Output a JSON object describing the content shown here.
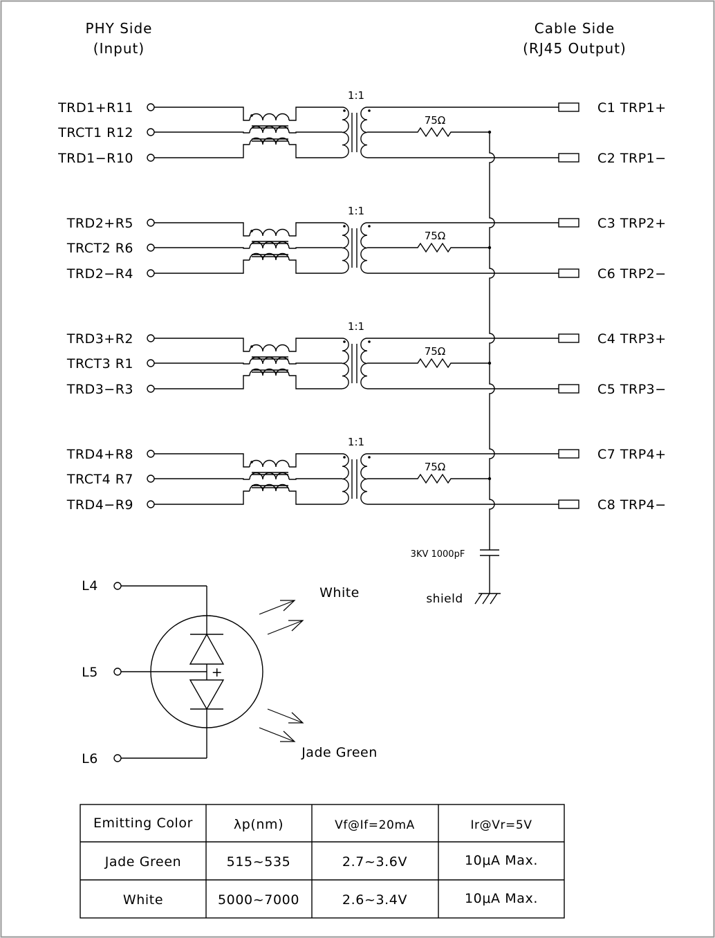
{
  "headers": {
    "phy_title": "PHY Side",
    "phy_sub": "(Input)",
    "cable_title": "Cable Side",
    "cable_sub": "(RJ45 Output)"
  },
  "channels": [
    {
      "ratio": "1:1",
      "resistor": "75Ω",
      "in_plus": "TRD1+R11",
      "in_ct": "TRCT1 R12",
      "in_minus": "TRD1−R10",
      "out_plus": "C1  TRP1+",
      "out_minus": "C2  TRP1−"
    },
    {
      "ratio": "1:1",
      "resistor": "75Ω",
      "in_plus": "TRD2+R5",
      "in_ct": "TRCT2  R6",
      "in_minus": "TRD2−R4",
      "out_plus": "C3  TRP2+",
      "out_minus": "C6  TRP2−"
    },
    {
      "ratio": "1:1",
      "resistor": "75Ω",
      "in_plus": "TRD3+R2",
      "in_ct": "TRCT3  R1",
      "in_minus": "TRD3−R3",
      "out_plus": "C4  TRP3+",
      "out_minus": "C5  TRP3−"
    },
    {
      "ratio": "1:1",
      "resistor": "75Ω",
      "in_plus": "TRD4+R8",
      "in_ct": "TRCT4  R7",
      "in_minus": "TRD4−R9",
      "out_plus": "C7  TRP4+",
      "out_minus": "C8  TRP4−"
    }
  ],
  "capacitor_label": "3KV 1000pF",
  "shield_label": "shield",
  "led": {
    "pin_top": "L4",
    "pin_mid": "L5",
    "pin_bot": "L6",
    "plus": "+",
    "color_top": "White",
    "color_bottom": "Jade Green"
  },
  "table": {
    "headers": [
      "Emitting Color",
      "λp(nm)",
      "Vf@If=20mA",
      "Ir@Vr=5V"
    ],
    "rows": [
      [
        "Jade Green",
        "515~535",
        "2.7~3.6V",
        "10μA  Max."
      ],
      [
        "White",
        "5000~7000",
        "2.6~3.4V",
        "10μA  Max."
      ]
    ]
  }
}
